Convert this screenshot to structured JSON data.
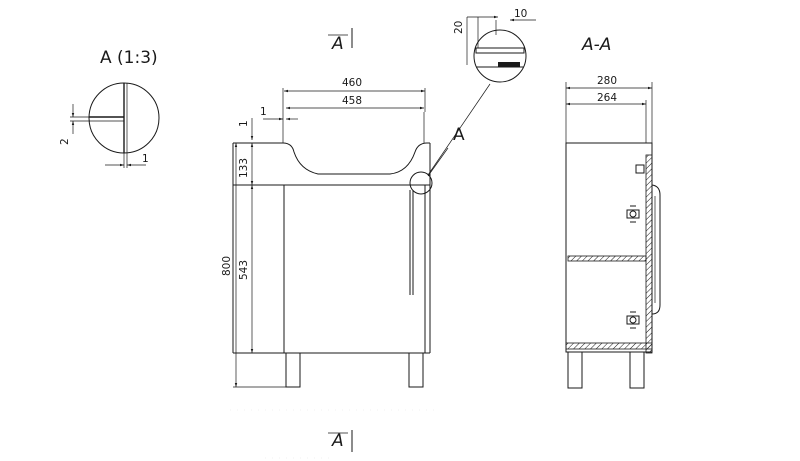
{
  "detail_view": {
    "title": "A (1:3)",
    "dim_height": "2",
    "dim_width": "1"
  },
  "section_marker": {
    "top": "A",
    "bottom": "A",
    "callout": "A"
  },
  "front_view": {
    "overall_width": "460",
    "inner_width": "458",
    "side_offset": "1",
    "top_offset": "1",
    "basin_depth": "133",
    "total_height": "800",
    "cabinet_height": "543"
  },
  "detail_top": {
    "dim_20": "20",
    "dim_10": "10"
  },
  "side_view": {
    "title": "A-A",
    "overall_depth": "280",
    "inner_depth": "264"
  }
}
